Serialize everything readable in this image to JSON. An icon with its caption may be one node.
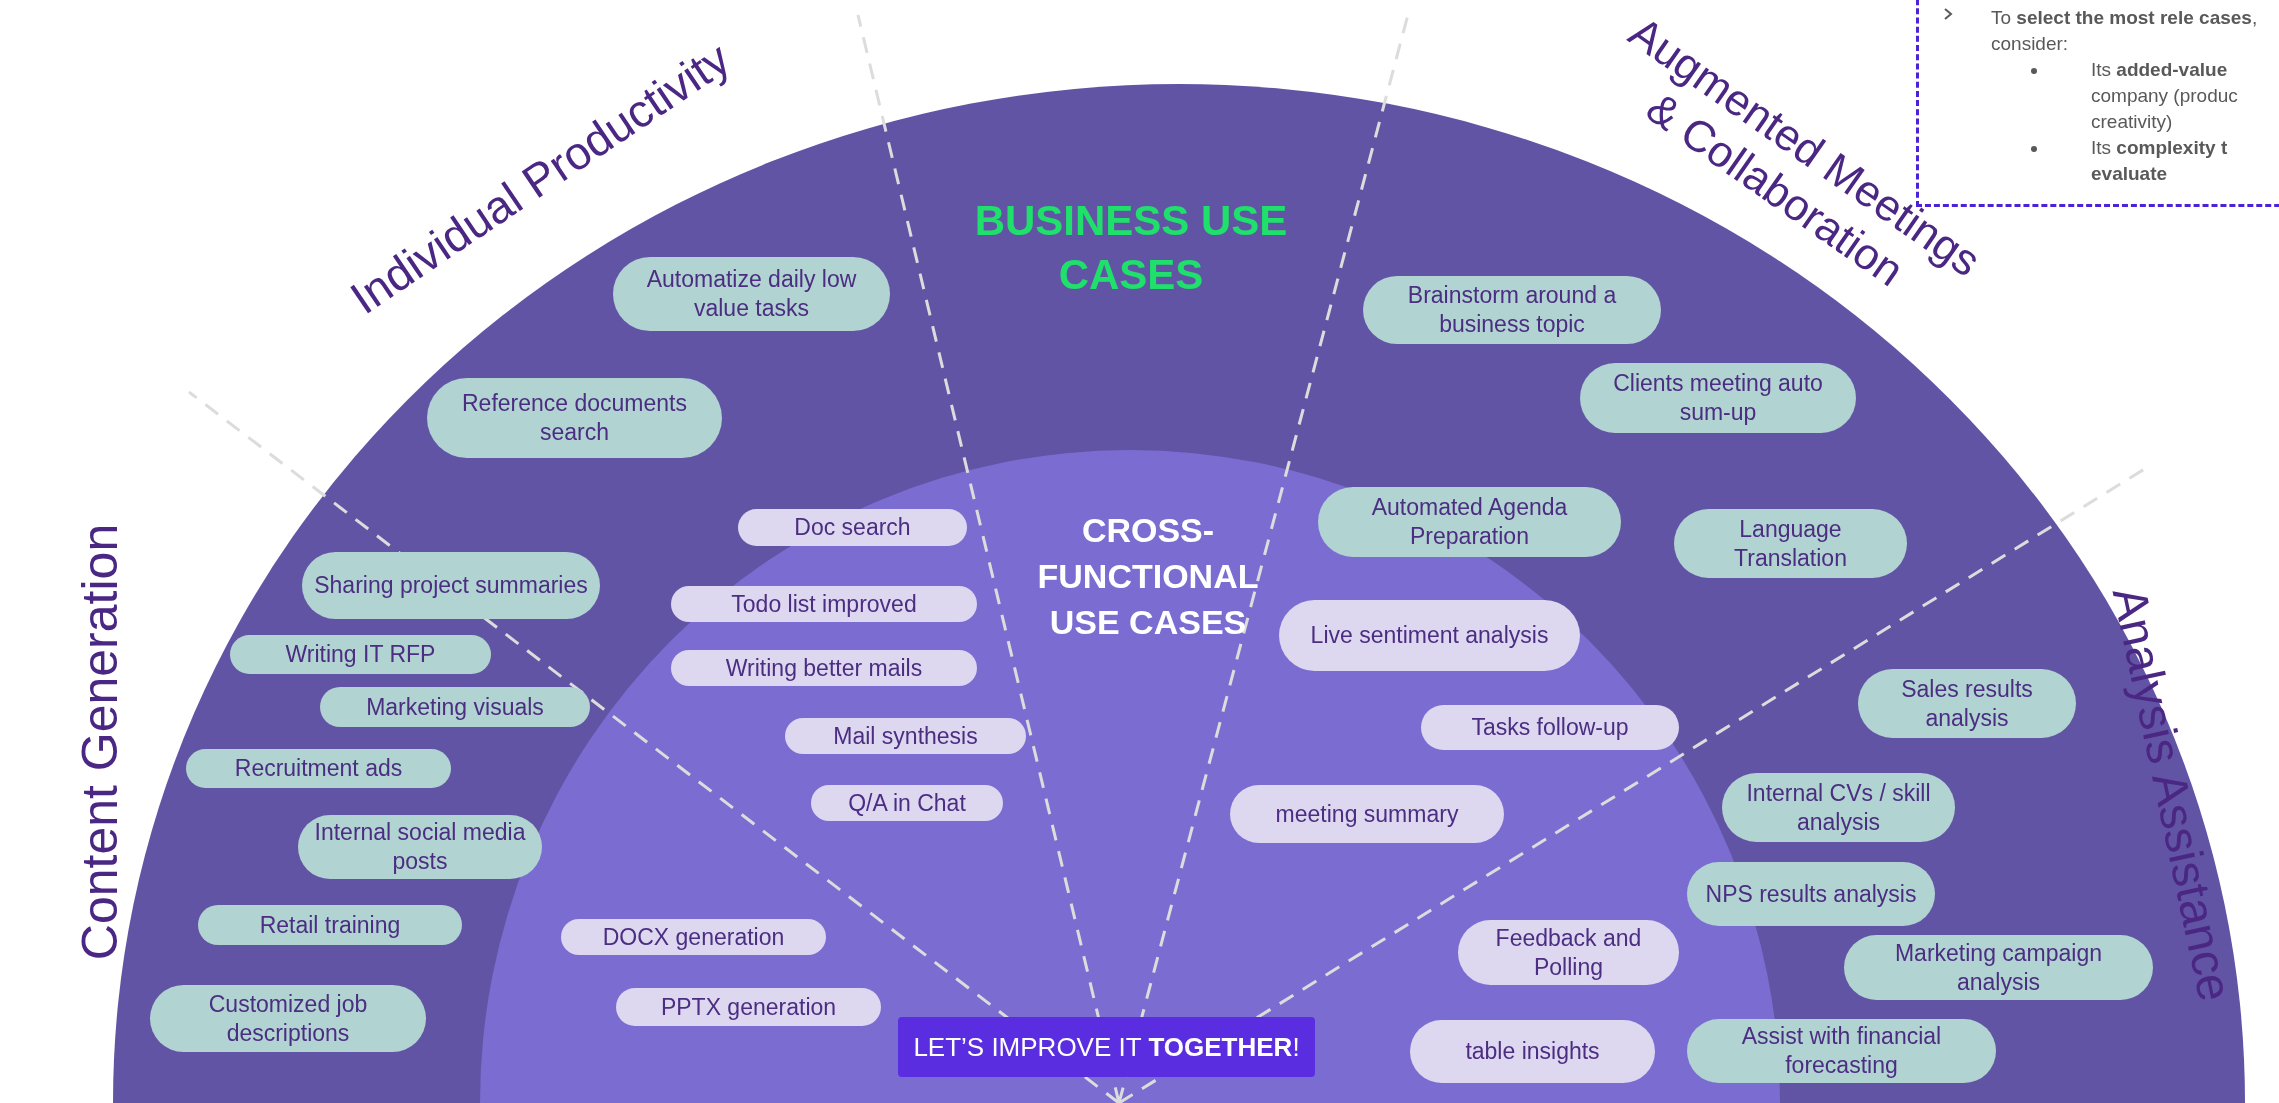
{
  "diagram": {
    "nodes": [
      {
        "text": [
          "BUSINESS USE CASES"
        ]
      },
      {
        "text": [
          "Automatize daily low value tasks"
        ],
        "in": 0
      },
      {
        "text": [
          "Reference documents search"
        ],
        "in": 0
      },
      {
        "text": [
          "Brainstorm around a business topic"
        ],
        "in": 0
      },
      {
        "text": [
          "Clients meeting auto sum-up"
        ],
        "in": 0
      },
      {
        "text": [
          "Sharing project summaries"
        ],
        "in": 0
      },
      {
        "text": [
          "Language Translation"
        ],
        "in": 0
      },
      {
        "text": [
          "Writing IT RFP"
        ],
        "in": 0
      },
      {
        "text": [
          "Marketing visuals"
        ],
        "in": 0
      },
      {
        "text": [
          "Sales results analysis"
        ],
        "in": 0
      },
      {
        "text": [
          "Recruitment ads"
        ],
        "in": 0
      },
      {
        "text": [
          "Internal CVs / skill analysis"
        ],
        "in": 0
      },
      {
        "text": [
          "Internal social media posts"
        ],
        "in": 0
      },
      {
        "text": [
          "NPS results analysis"
        ],
        "in": 0
      },
      {
        "text": [
          "Retail training"
        ],
        "in": 0
      },
      {
        "text": [
          "Marketing campaign analysis"
        ],
        "in": 0
      },
      {
        "text": [
          "Customized job descriptions"
        ],
        "in": 0
      },
      {
        "text": [
          "Assist with financial forecasting"
        ],
        "in": 0
      },
      {
        "text": [
          "CROSS-FUNCTIONAL USE CASES"
        ],
        "in": 0
      },
      {
        "text": [
          "Doc search"
        ],
        "in": 18
      },
      {
        "text": [
          "Automated Agenda Preparation"
        ],
        "in": 0
      },
      {
        "text": [
          "Todo list improved"
        ],
        "in": 18
      },
      {
        "text": [
          "Live sentiment analysis"
        ],
        "in": 18
      },
      {
        "text": [
          "Writing better mails"
        ],
        "in": 18
      },
      {
        "text": [
          "Tasks follow-up"
        ],
        "in": 18
      },
      {
        "text": [
          "Mail synthesis"
        ],
        "in": 18
      },
      {
        "text": [
          "Q/A in Chat"
        ],
        "in": 18
      },
      {
        "text": [
          "meeting summary"
        ],
        "in": 18
      },
      {
        "text": [
          "DOCX generation"
        ],
        "in": 18
      },
      {
        "text": [
          "Feedback and Polling"
        ],
        "in": 18
      },
      {
        "text": [
          "PPTX generation"
        ],
        "in": 18
      },
      {
        "text": [
          "table insights"
        ],
        "in": 18
      },
      {
        "text": [
          "LET’S IMPROVE IT **TOGETHER**!"
        ],
        "in": 18
      }
    ],
    "labels": [
      "Individual Productivity",
      "Augmented Meetings & Collaboration",
      "Content Generation",
      "Analysis Assistance",
      "To **select the most rele** **cases**, consider:",
      "Its **added-value** company (produc creativity)",
      "Its **complexity t** **evaluate**"
    ]
  }
}
